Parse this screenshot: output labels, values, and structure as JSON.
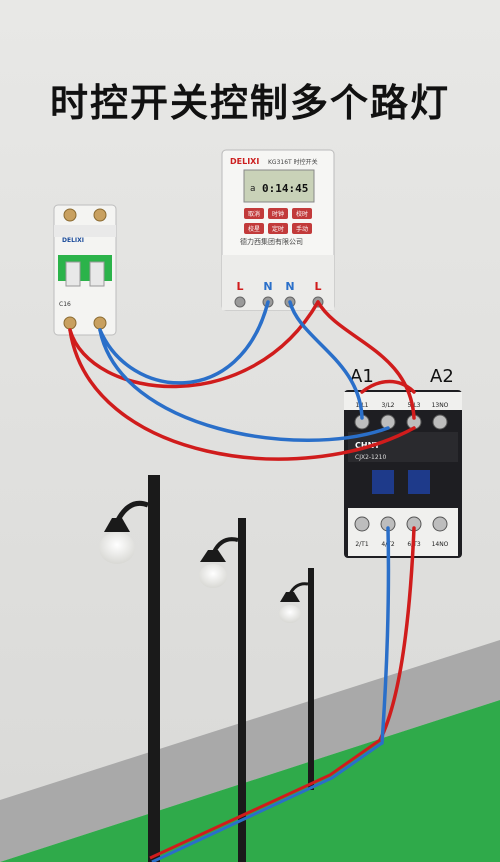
{
  "title": "时控开关控制多个路灯",
  "breaker": {
    "brand": "DELIXI",
    "rating": "C16"
  },
  "timer": {
    "brand": "DELIXI",
    "model": "KG316T 时控开关",
    "display": "0:14:45",
    "display_prefix": "a",
    "buttons": [
      "取消",
      "时钟",
      "校时",
      "校星",
      "定时",
      "手动"
    ],
    "footer": "德力西集团有限公司",
    "terminals": [
      "L",
      "N",
      "N",
      "L"
    ]
  },
  "contactor": {
    "coil_left": "A1",
    "coil_right": "A2",
    "top_terminals": [
      "1/L1",
      "3/L2",
      "5/L3",
      "13NO"
    ],
    "bottom_terminals": [
      "2/T1",
      "4/T2",
      "6/T3",
      "14NO"
    ],
    "brand": "CHNT",
    "model": "CJX2-1210"
  },
  "colors": {
    "live_wire": "#d01c1c",
    "neutral_wire": "#2a6fc9",
    "ground": "#2faa4a",
    "wall": "#e4e4e2"
  }
}
